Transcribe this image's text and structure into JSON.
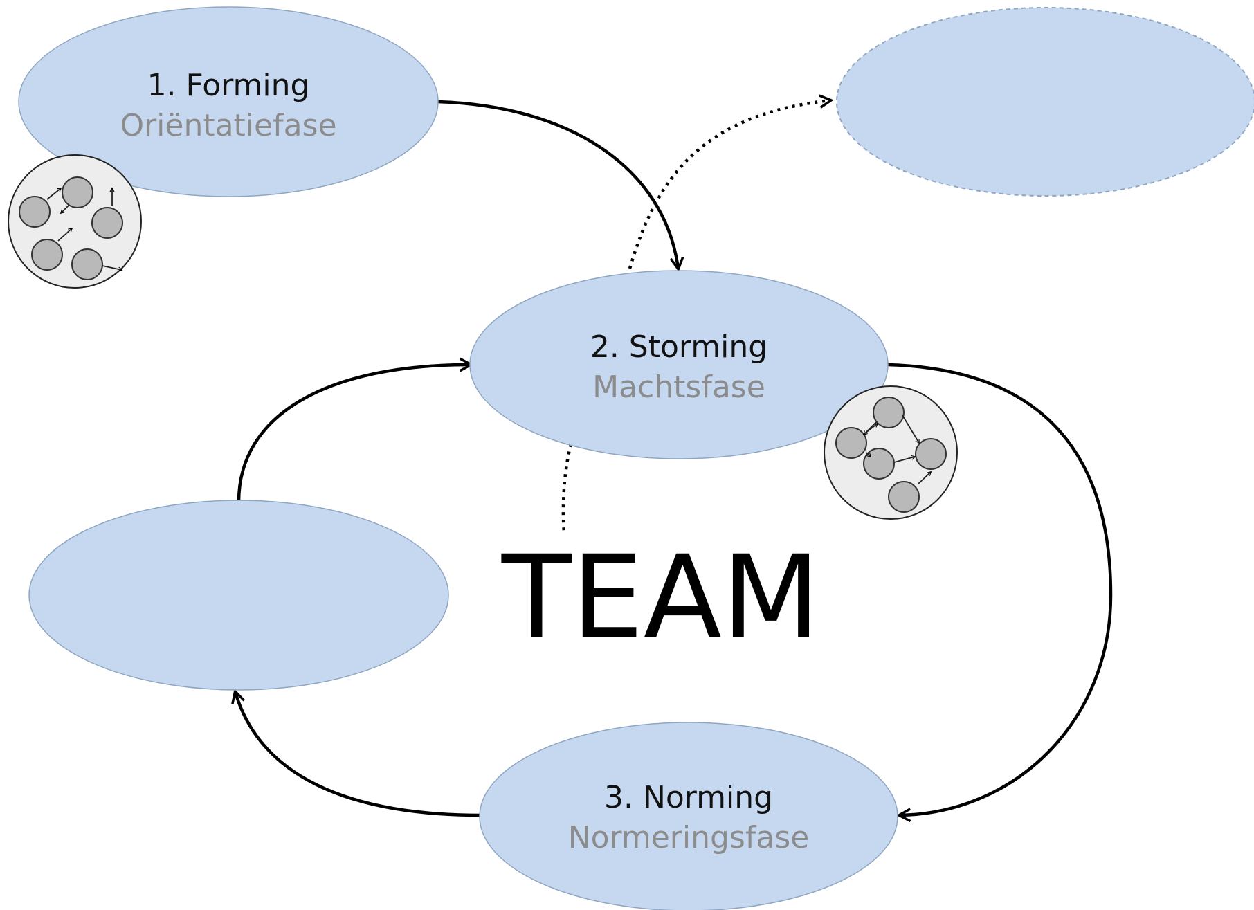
{
  "diagram": {
    "center_label": "TEAM",
    "stages": [
      {
        "title": "1. Forming",
        "subtitle": "Oriëntatiefase"
      },
      {
        "title": "2. Storming",
        "subtitle": "Machtsfase"
      },
      {
        "title": "3. Norming",
        "subtitle": "Normeringsfase"
      }
    ],
    "colors": {
      "stage_fill": "#c5d8f0",
      "stage_outline": "#8fa6c2",
      "subtitle_text": "#8c8c8c",
      "badge_fill": "#ededed",
      "member_fill": "#b9b9b9"
    }
  }
}
